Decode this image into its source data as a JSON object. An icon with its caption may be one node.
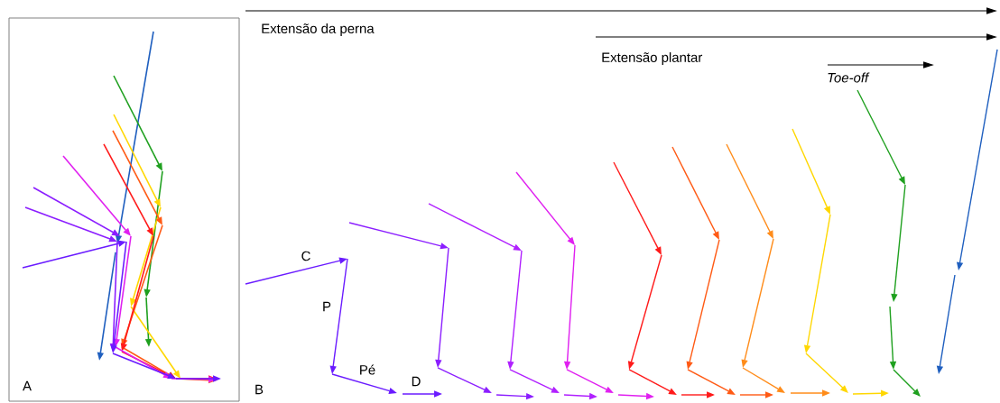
{
  "diagram": {
    "labels": [
      "Extensão da perna",
      "Extensão plantar",
      "Toe-off",
      "A",
      "B",
      "C",
      "P",
      "Pé",
      "D"
    ]
  }
}
